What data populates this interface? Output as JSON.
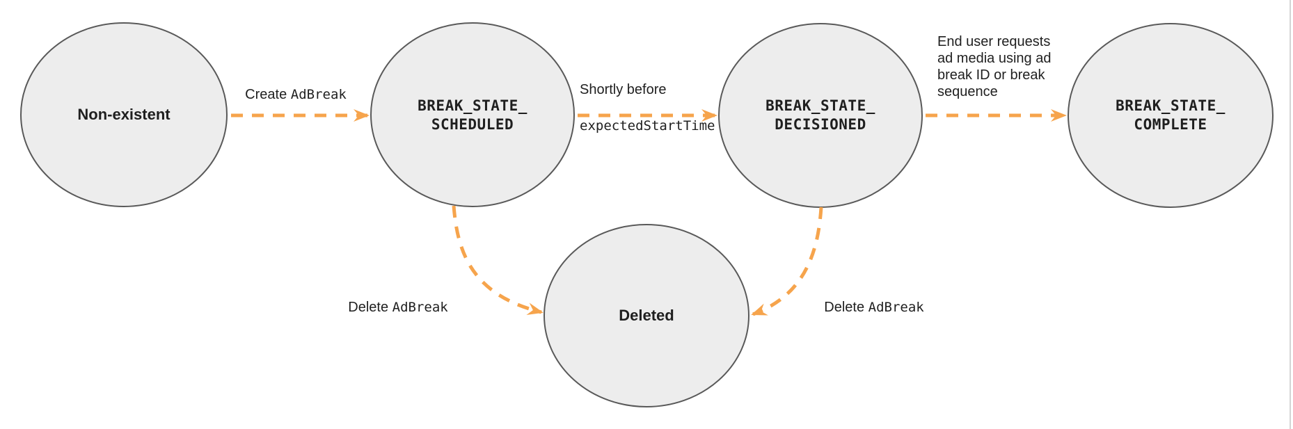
{
  "diagram": {
    "colors": {
      "arrow": "#F6A44C",
      "node_fill": "#EDEDED",
      "node_stroke": "#595959",
      "text": "#1F1F1F",
      "border": "#D4D4D4"
    },
    "nodes": {
      "non_existent": {
        "label": "Non-existent"
      },
      "break_state_scheduled": {
        "label": "BREAK_STATE_\nSCHEDULED"
      },
      "break_state_decisioned": {
        "label": "BREAK_STATE_\nDECISIONED"
      },
      "break_state_complete": {
        "label": "BREAK_STATE_\nCOMPLETE"
      },
      "deleted": {
        "label": "Deleted"
      }
    },
    "edges": {
      "create_adbreak": {
        "plain": "Create ",
        "code": "AdBreak"
      },
      "shortly_before": {
        "plain": "Shortly before",
        "code": "expectedStartTime"
      },
      "end_user_request": {
        "text": "End user requests\nad media using ad\nbreak ID or break\nsequence"
      },
      "delete_left": {
        "plain": "Delete ",
        "code": "AdBreak"
      },
      "delete_right": {
        "plain": "Delete ",
        "code": "AdBreak"
      }
    }
  }
}
